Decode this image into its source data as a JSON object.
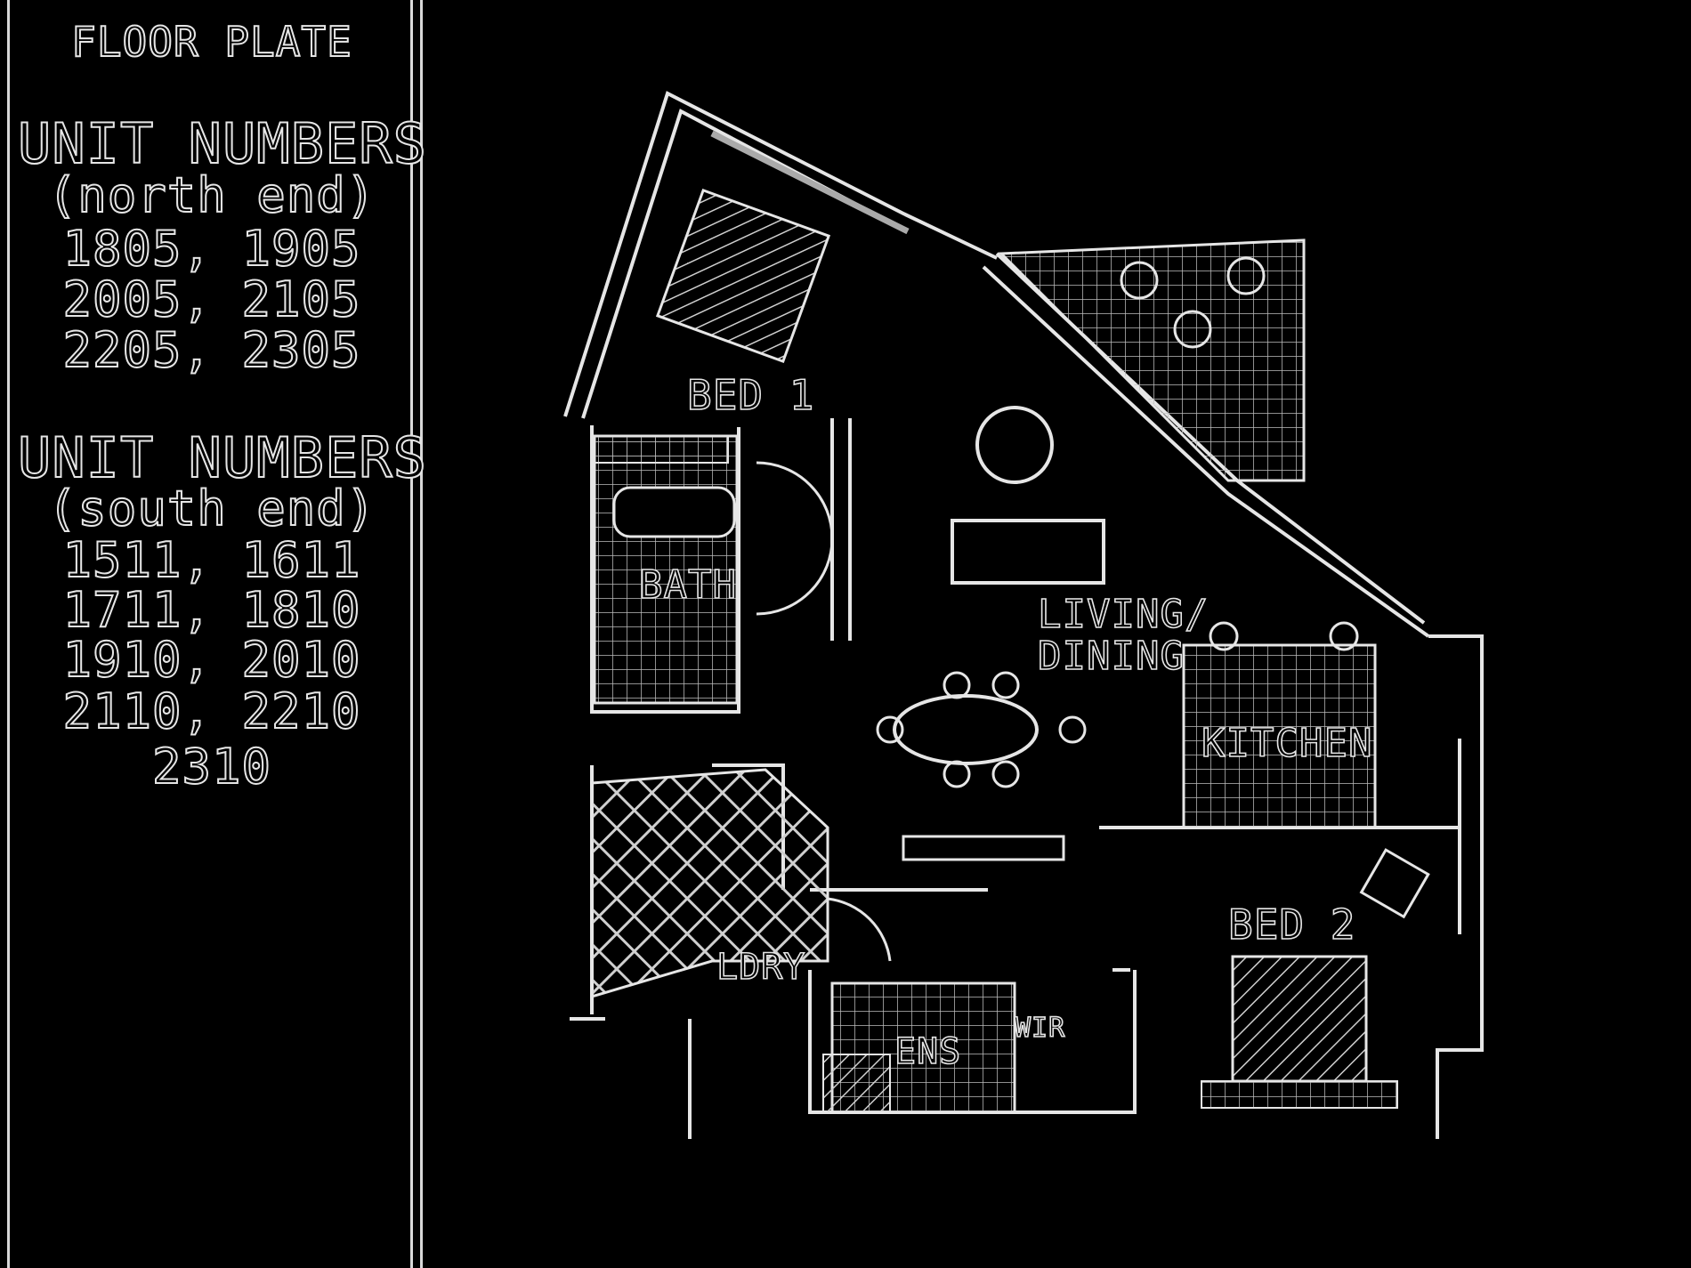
{
  "legend": {
    "title": "FLOOR PLATE",
    "north": {
      "heading": "UNIT NUMBERS",
      "subheading": "(north end)",
      "units": [
        "1805, 1905",
        "2005, 2105",
        "2205, 2305"
      ]
    },
    "south": {
      "heading": "UNIT NUMBERS",
      "subheading": "(south end)",
      "units": [
        "1511, 1611",
        "1711, 1810",
        "1910, 2010",
        "2110, 2210",
        "2310"
      ]
    }
  },
  "rooms": {
    "bed1": "BED 1",
    "bath": "BATH",
    "living": "LIVING/",
    "dining": "DINING",
    "kitchen": "KITCHEN",
    "bed2": "BED 2",
    "ldry": "LDRY",
    "ens": "ENS",
    "wir": "WIR"
  },
  "colors": {
    "background": "#000000",
    "linework": "#e6e6e6"
  }
}
